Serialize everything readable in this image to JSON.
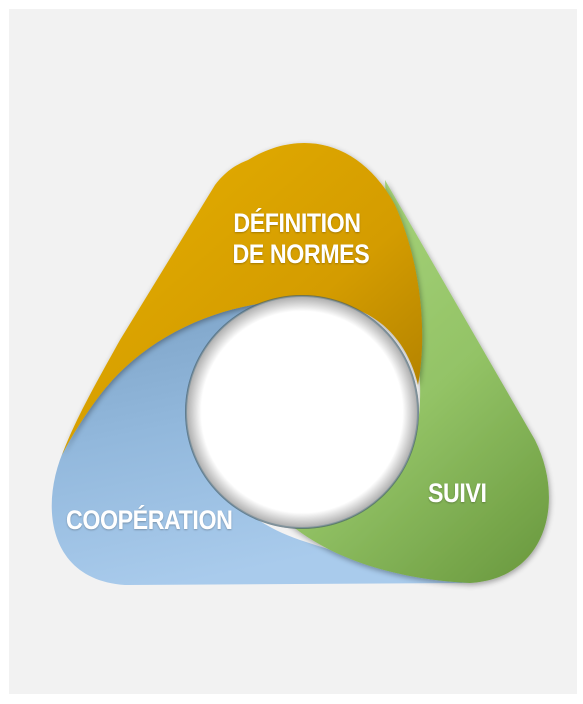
{
  "diagram": {
    "segments": [
      {
        "id": "top",
        "lines": [
          "DÉFINITION",
          "DE NORMES"
        ],
        "color": "#d9a000"
      },
      {
        "id": "right",
        "lines": [
          "SUIVI"
        ],
        "color": "#8fc163"
      },
      {
        "id": "left",
        "lines": [
          "COOPÉRATION"
        ],
        "color": "#8cb4da"
      }
    ]
  },
  "colors": {
    "background": "#f2f2f2",
    "gold": "#d9a000",
    "green": "#8fc163",
    "blue": "#8cb4da",
    "label": "#ffffff"
  }
}
